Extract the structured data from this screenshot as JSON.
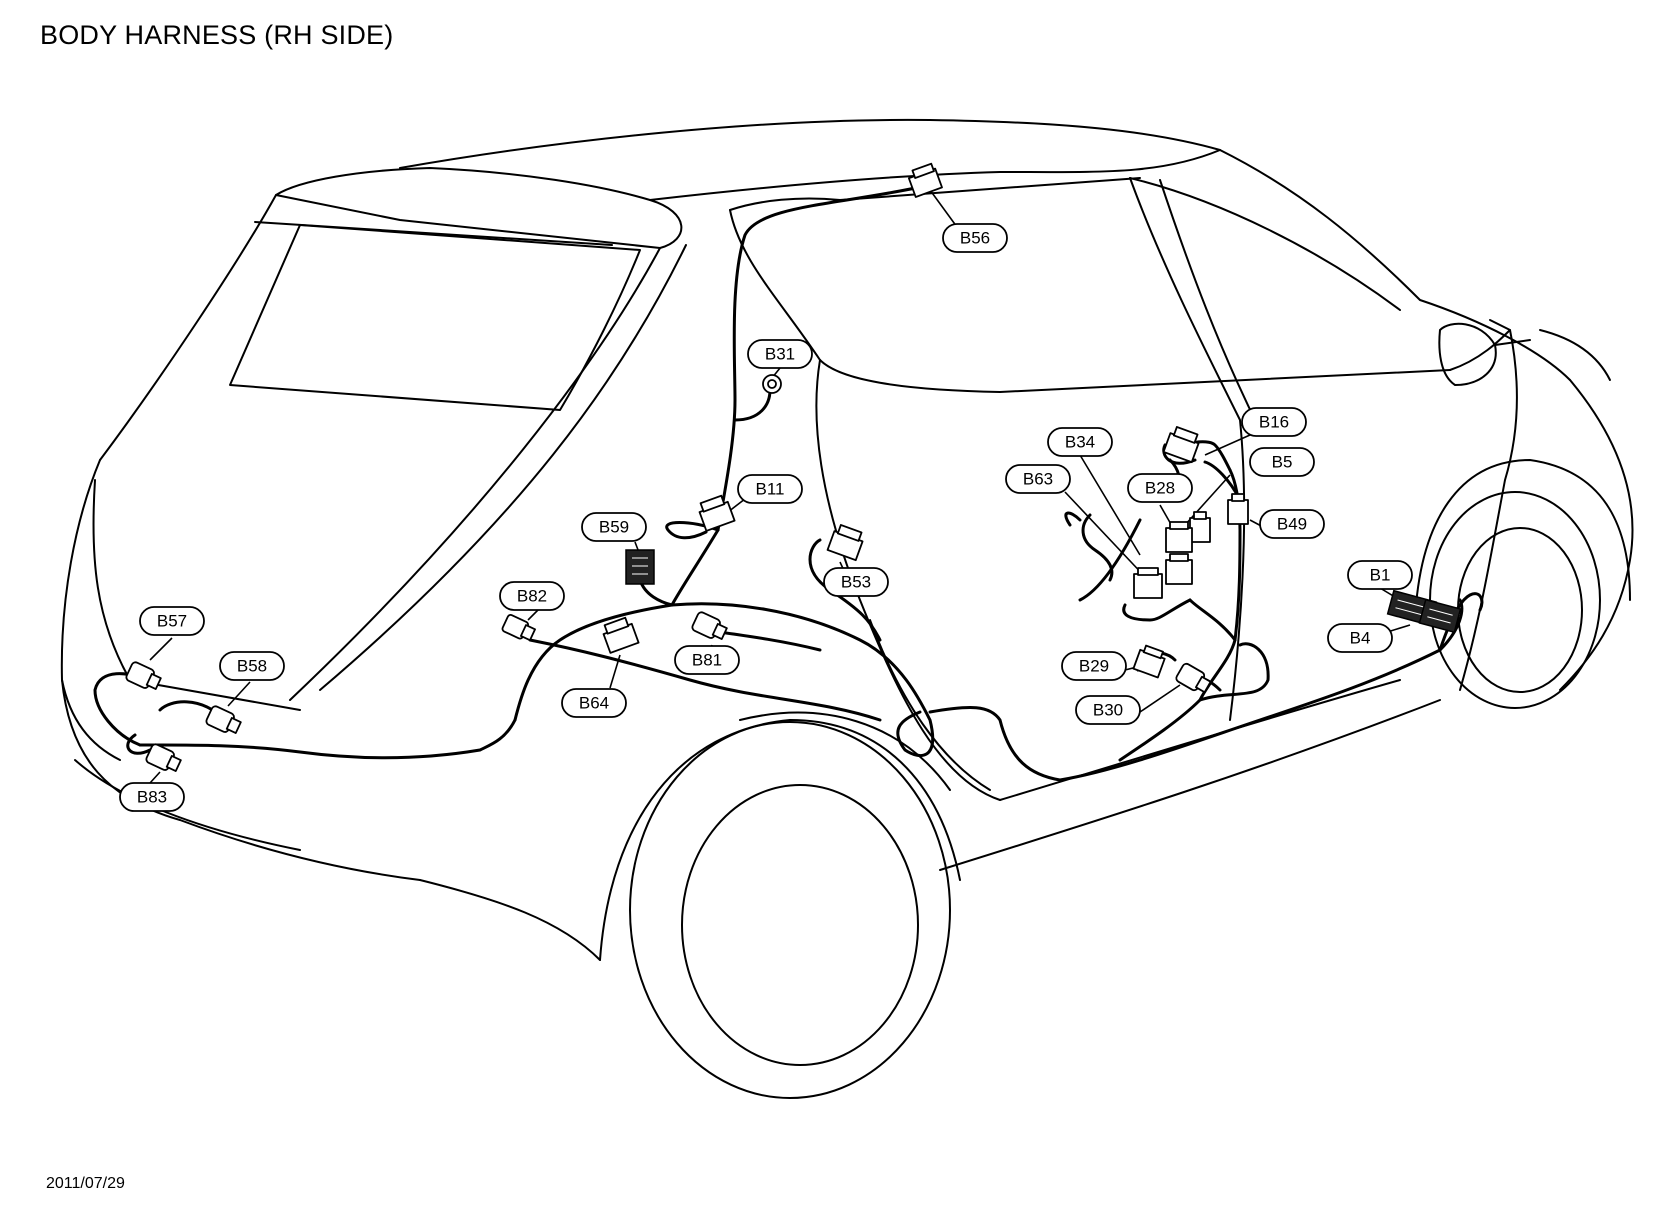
{
  "title": "BODY HARNESS (RH SIDE)",
  "date": "2011/07/29",
  "connectors": {
    "B1": "B1",
    "B4": "B4",
    "B5": "B5",
    "B11": "B11",
    "B16": "B16",
    "B28": "B28",
    "B29": "B29",
    "B30": "B30",
    "B31": "B31",
    "B34": "B34",
    "B49": "B49",
    "B53": "B53",
    "B56": "B56",
    "B57": "B57",
    "B58": "B58",
    "B59": "B59",
    "B63": "B63",
    "B64": "B64",
    "B81": "B81",
    "B82": "B82",
    "B83": "B83"
  }
}
